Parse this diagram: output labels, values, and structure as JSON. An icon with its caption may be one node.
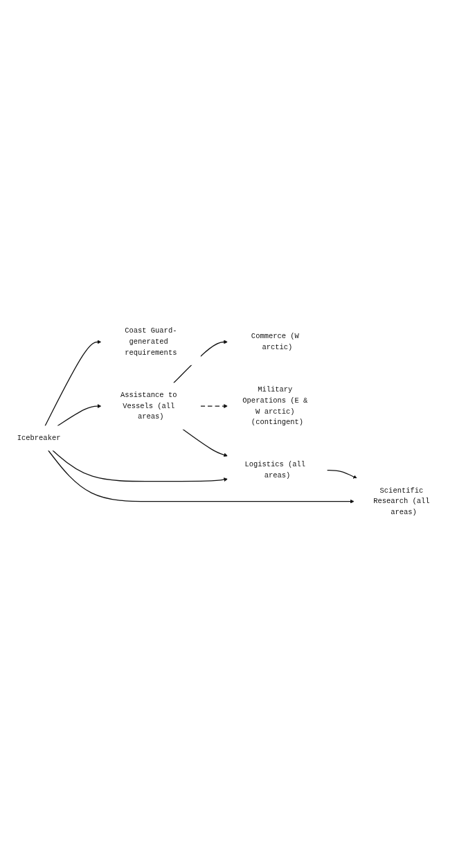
{
  "diagram": {
    "nodes": [
      {
        "text": [
          "Icebreaker"
        ]
      },
      {
        "text": [
          "Coast Guard-generated requirements"
        ]
      },
      {
        "text": [
          "Assistance to Vessels (all areas)"
        ]
      },
      {
        "text": [
          "Logistics (all areas)"
        ]
      },
      {
        "text": [
          "Scientific Research (all areas)"
        ]
      },
      {
        "text": [
          "Commerce (W arctic)"
        ]
      },
      {
        "text": [
          "Military Operations (E & W arctic) (contingent)"
        ]
      }
    ],
    "edges": [
      {
        "from": 0,
        "to": 1,
        "arrow": "to"
      },
      {
        "from": 0,
        "to": 2,
        "arrow": "to"
      },
      {
        "from": 0,
        "to": 3,
        "arrow": "to"
      },
      {
        "from": 0,
        "to": 4,
        "arrow": "to"
      },
      {
        "from": 2,
        "to": 5,
        "arrow": "to"
      },
      {
        "from": 2,
        "to": 6,
        "arrow": "to",
        "style": "dashed"
      },
      {
        "from": 2,
        "to": 3,
        "arrow": "to"
      },
      {
        "from": 3,
        "to": 4,
        "arrow": "to"
      }
    ]
  }
}
